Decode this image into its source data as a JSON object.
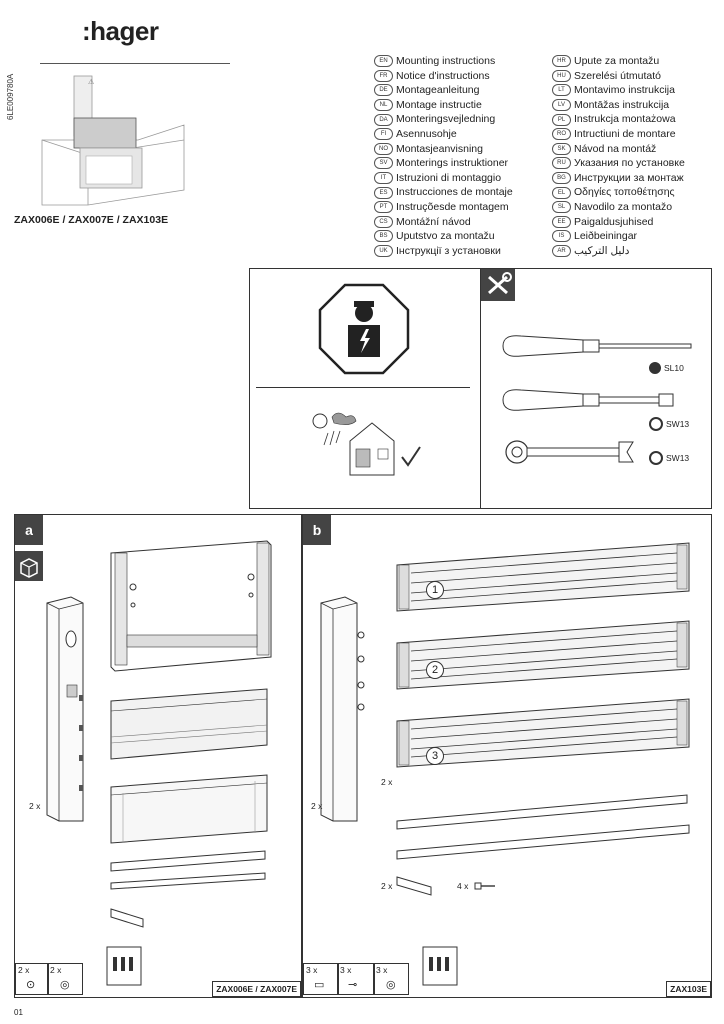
{
  "brand": ":hager",
  "doc_code": "6LE009780A",
  "models_title": "ZAX006E / ZAX007E / ZAX103E",
  "languages_left": [
    {
      "code": "EN",
      "text": "Mounting instructions"
    },
    {
      "code": "FR",
      "text": "Notice d'instructions"
    },
    {
      "code": "DE",
      "text": "Montageanleitung"
    },
    {
      "code": "NL",
      "text": "Montage instructie"
    },
    {
      "code": "DA",
      "text": "Monteringsvejledning"
    },
    {
      "code": "FI",
      "text": "Asennusohje"
    },
    {
      "code": "NO",
      "text": "Montasjeanvisning"
    },
    {
      "code": "SV",
      "text": "Monterings instruktioner"
    },
    {
      "code": "IT",
      "text": "Istruzioni di montaggio"
    },
    {
      "code": "ES",
      "text": "Instrucciones de montaje"
    },
    {
      "code": "PT",
      "text": "Instruçõesde montagem"
    },
    {
      "code": "CS",
      "text": "Montážní návod"
    },
    {
      "code": "BS",
      "text": "Uputstvo za montažu"
    },
    {
      "code": "UK",
      "text": "Інструкції з установки"
    }
  ],
  "languages_right": [
    {
      "code": "HR",
      "text": "Upute za montažu"
    },
    {
      "code": "HU",
      "text": "Szerelési útmutató"
    },
    {
      "code": "LT",
      "text": "Montavimo instrukcija"
    },
    {
      "code": "LV",
      "text": "Montāžas instrukcija"
    },
    {
      "code": "PL",
      "text": "Instrukcja montażowa"
    },
    {
      "code": "RO",
      "text": "Intructiuni de montare"
    },
    {
      "code": "SK",
      "text": "Návod na montáž"
    },
    {
      "code": "RU",
      "text": "Указания по установке"
    },
    {
      "code": "BG",
      "text": "Инструкции за монтаж"
    },
    {
      "code": "EL",
      "text": "Οδηγίες τοποθέτησης"
    },
    {
      "code": "SL",
      "text": "Navodilo za montažo"
    },
    {
      "code": "EE",
      "text": "Paigaldusjuhised"
    },
    {
      "code": "IS",
      "text": "Leiðbeiningar"
    },
    {
      "code": "AR",
      "text": "دليل التركيب"
    }
  ],
  "tools": {
    "screwdriver_flat": "SL10",
    "nut_driver": "SW13",
    "wrench": "SW13"
  },
  "panel_a": {
    "label": "a",
    "count_side": "2 x",
    "parts": [
      {
        "count": "2 x"
      },
      {
        "count": "2 x"
      }
    ],
    "models": "ZAX006E / ZAX007E"
  },
  "panel_b": {
    "label": "b",
    "count_side": "2 x",
    "count_rails": "2 x",
    "count_small": "2 x",
    "count_bolts": "4 x",
    "steps": [
      "1",
      "2",
      "3"
    ],
    "parts": [
      {
        "count": "3 x"
      },
      {
        "count": "3 x"
      },
      {
        "count": "3 x"
      }
    ],
    "models": "ZAX103E"
  },
  "page_number": "01"
}
